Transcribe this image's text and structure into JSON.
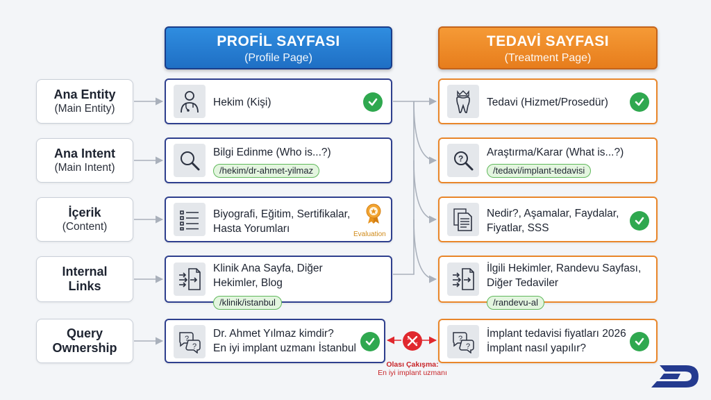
{
  "headers": {
    "profile": {
      "title": "PROFİL SAYFASI",
      "subtitle": "(Profile Page)"
    },
    "treatment": {
      "title": "TEDAVİ SAYFASI",
      "subtitle": "(Treatment Page)"
    }
  },
  "rows": [
    {
      "main": "Ana Entity",
      "sub": "(Main Entity)"
    },
    {
      "main": "Ana Intent",
      "sub": "(Main Intent)"
    },
    {
      "main": "İçerik",
      "sub": "(Content)"
    },
    {
      "main": "Internal\nLinks",
      "sub": ""
    },
    {
      "main": "Query\nOwnership",
      "sub": ""
    }
  ],
  "profile_cards": [
    {
      "text": "Hekim (Kişi)",
      "icon": "doctor-icon",
      "check": true
    },
    {
      "text": "Bilgi Edinme (Who is...?)",
      "icon": "magnifier-icon",
      "url": "/hekim/dr-ahmet-yilmaz"
    },
    {
      "text": "Biyografi, Eğitim, Sertifikalar,\nHasta Yorumları",
      "icon": "list-icon",
      "badge": "Evaluation"
    },
    {
      "text": "Klinik Ana Sayfa, Diğer\nHekimler, Blog",
      "icon": "link-document-icon",
      "url": "/klinik/istanbul"
    },
    {
      "text": "Dr. Ahmet Yılmaz kimdir?\nEn iyi implant uzmanı İstanbul",
      "icon": "question-bubbles-icon",
      "check": true
    }
  ],
  "treatment_cards": [
    {
      "text": "Tedavi (Hizmet/Prosedür)",
      "icon": "tooth-icon",
      "check": true
    },
    {
      "text": "Araştırma/Karar (What is...?)",
      "icon": "question-magnifier-icon",
      "url": "/tedavi/implant-tedavisi"
    },
    {
      "text": "Nedir?, Aşamalar, Faydalar,\nFiyatlar, SSS",
      "icon": "documents-icon",
      "check": true
    },
    {
      "text": "İlgili Hekimler, Randevu Sayfası,\nDiğer Tedaviler",
      "icon": "link-document-icon",
      "url": "/randevu-al"
    },
    {
      "text": "İmplant tedavisi fiyatları 2026\nİmplant nasıl yapılır?",
      "icon": "question-bubbles-icon",
      "check": true
    }
  ],
  "conflict": {
    "title": "Olası Çakışma:",
    "detail": "En iyi implant uzmanı"
  },
  "colors": {
    "profile_accent": "#1f6fc4",
    "treatment_accent": "#e77d1c",
    "check": "#2fa84f",
    "conflict": "#e0282e"
  }
}
